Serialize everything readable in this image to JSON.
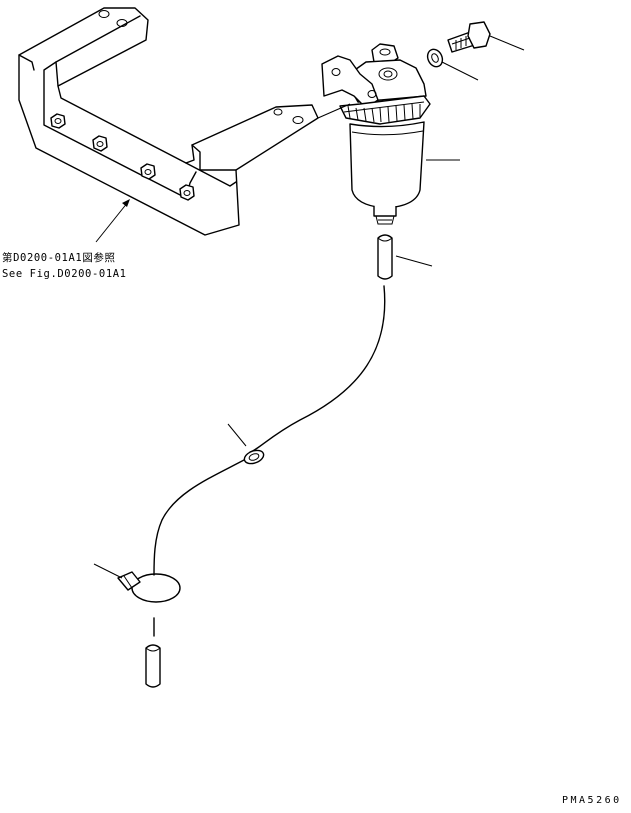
{
  "reference": {
    "japanese": "第D0200-01A1図参照",
    "english": "See Fig.D0200-01A1"
  },
  "drawing_code": "PMA5260",
  "parts": [
    {
      "name": "bracket"
    },
    {
      "name": "bolt"
    },
    {
      "name": "washer"
    },
    {
      "name": "fuel-filter"
    },
    {
      "name": "hose"
    },
    {
      "name": "clamp"
    },
    {
      "name": "band"
    }
  ]
}
